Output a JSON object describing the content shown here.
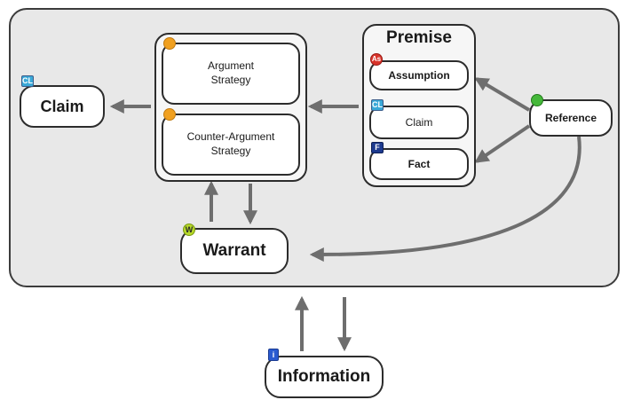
{
  "nodes": {
    "claim": {
      "label": "Claim",
      "badge": "CL"
    },
    "argument_strategy": {
      "label": "Argument Strategy",
      "badge": ""
    },
    "counter_argument_strategy": {
      "label": "Counter-Argument Strategy",
      "badge": ""
    },
    "warrant": {
      "label": "Warrant",
      "badge": "W"
    },
    "premise": {
      "title": "Premise",
      "assumption": {
        "label": "Assumption",
        "badge": "As"
      },
      "claim": {
        "label": "Claim",
        "badge": "CL"
      },
      "fact": {
        "label": "Fact",
        "badge": "F"
      }
    },
    "reference": {
      "label": "Reference",
      "badge": ""
    },
    "information": {
      "label": "Information",
      "badge": "i"
    }
  },
  "colors": {
    "panel": "#e8e8e8",
    "arrow": "#6e6e6e",
    "badge_cl": "#3aa9d8",
    "badge_strategy": "#f0a020",
    "badge_warrant": "#b6d82a",
    "badge_as": "#d9342b",
    "badge_f": "#1d3a8f",
    "badge_ref": "#45b83a",
    "badge_info": "#2a5bd0"
  }
}
